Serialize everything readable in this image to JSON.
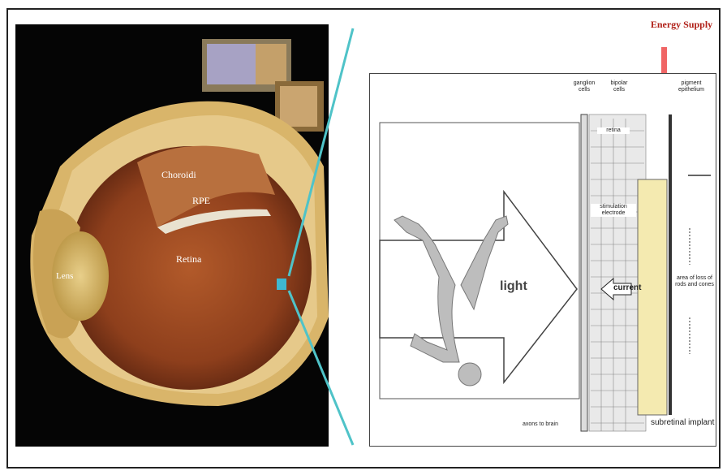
{
  "eye": {
    "labels": {
      "choroid": "Choroidi",
      "rpe": "RPE",
      "retina": "Retina",
      "lens": "Lens"
    }
  },
  "schematic": {
    "energy_supply": "Energy Supply",
    "top_labels": {
      "ganglion": "ganglion cells",
      "bipolar": "bipolar cells",
      "pigment": "pigment epithelium"
    },
    "inner_labels": {
      "retina": "retina",
      "stimulation": "stimulation electrode",
      "current": "current",
      "light": "light"
    },
    "side_labels": {
      "area_loss": "area of loss of rods and cones"
    },
    "bottom_labels": {
      "axons": "axons to brain",
      "subretinal": "subretinal implant"
    }
  },
  "colors": {
    "pointer_lines": "#4fc3c8",
    "energy_bar": "#f06565",
    "implant": "#f4eab0",
    "figure": "#bdbdbd"
  }
}
